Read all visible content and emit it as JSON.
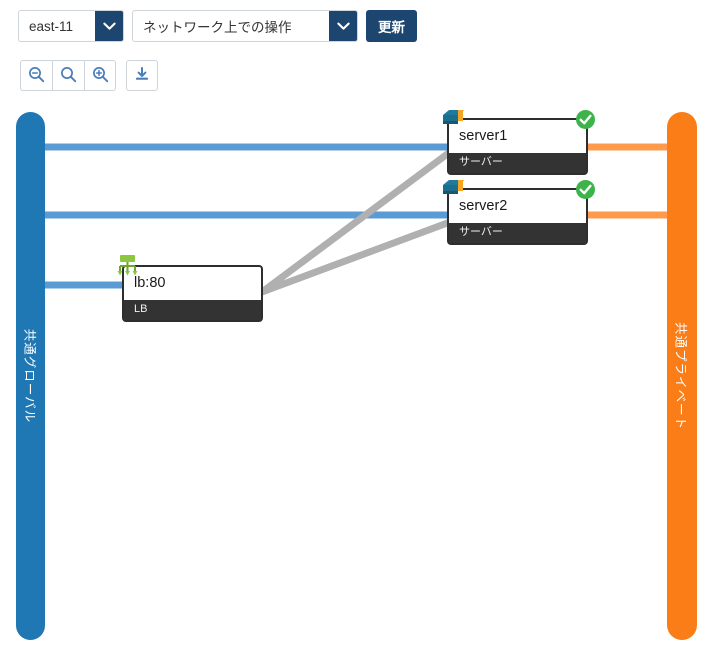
{
  "controls": {
    "zone_select": {
      "value": "east-11",
      "icon": "chevron-down-icon"
    },
    "action_select": {
      "value": "ネットワーク上での操作",
      "icon": "chevron-down-icon"
    },
    "update_button": "更新"
  },
  "toolbar": {
    "zoom_out": "zoom-out-icon",
    "zoom_reset": "magnifier-icon",
    "zoom_in": "zoom-in-icon",
    "download": "download-icon"
  },
  "diagram": {
    "zones": [
      {
        "id": "global",
        "label": "共通グローバル",
        "color": "#1f77b4"
      },
      {
        "id": "private",
        "label": "共通プライベート",
        "color": "#fa7d18"
      }
    ],
    "nodes": [
      {
        "id": "server1",
        "title": "server1",
        "type": "サーバー",
        "icon": "server-icon",
        "status": "check-circle-icon"
      },
      {
        "id": "server2",
        "title": "server2",
        "type": "サーバー",
        "icon": "server-icon",
        "status": "check-circle-icon"
      },
      {
        "id": "lb",
        "title": "lb:80",
        "type": "LB",
        "icon": "load-balancer-icon",
        "status": null
      }
    ],
    "edge_colors": {
      "global": "#5b9bd5",
      "private": "#ff9a4d",
      "internal": "#b0b0b0"
    }
  }
}
